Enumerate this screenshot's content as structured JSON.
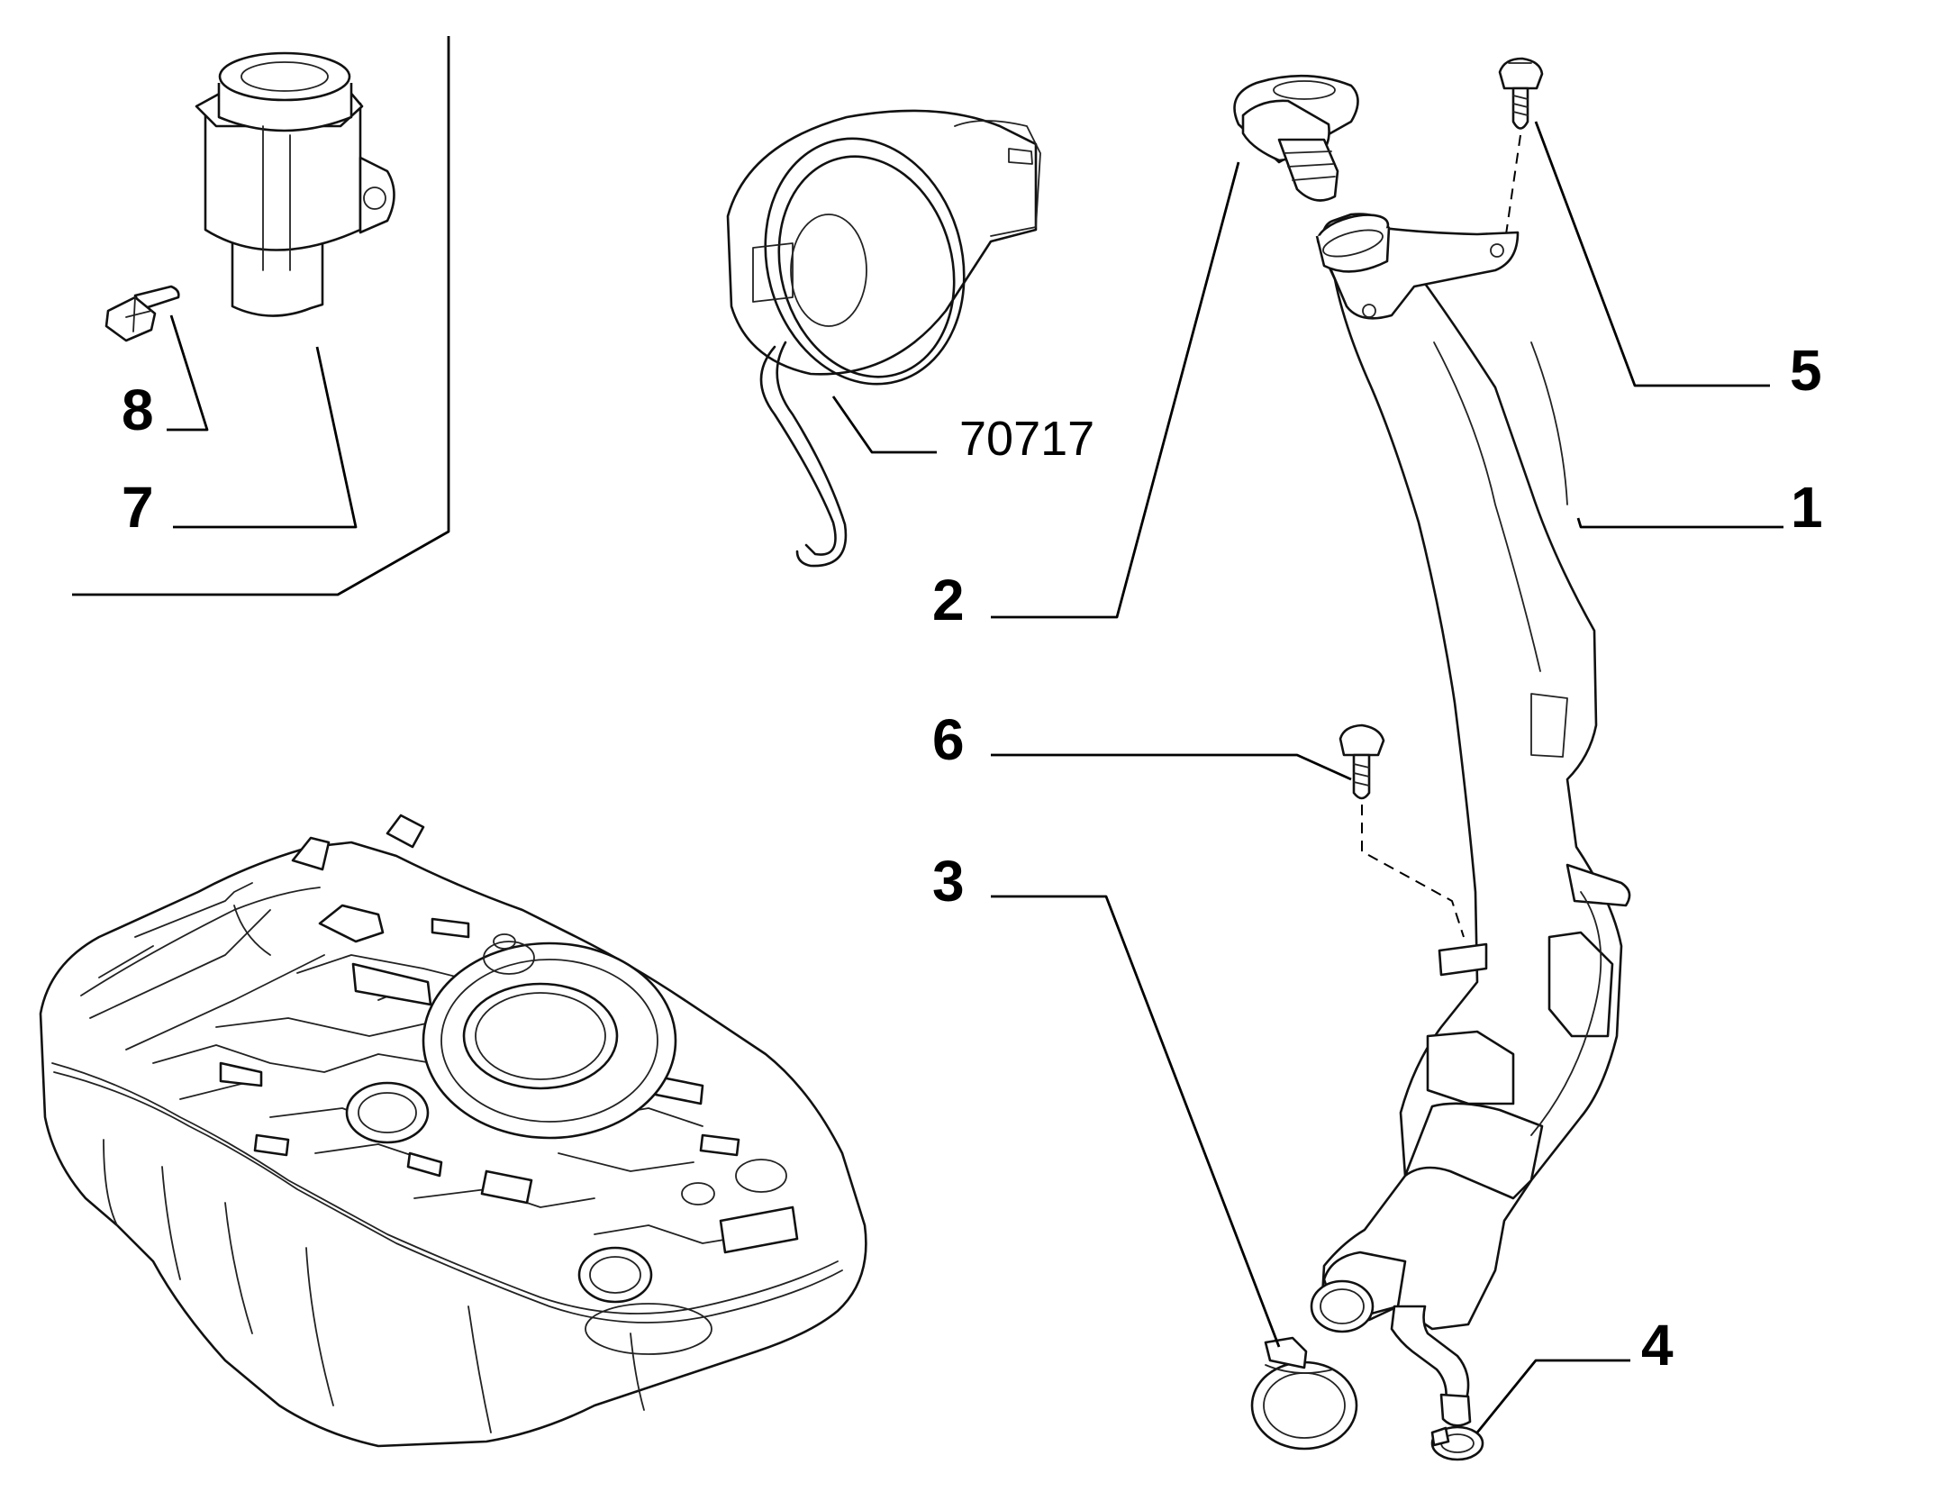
{
  "callouts": {
    "c1": "1",
    "c2": "2",
    "c3": "3",
    "c4": "4",
    "c5": "5",
    "c6": "6",
    "c7": "7",
    "c8": "8",
    "ref": "70717"
  }
}
